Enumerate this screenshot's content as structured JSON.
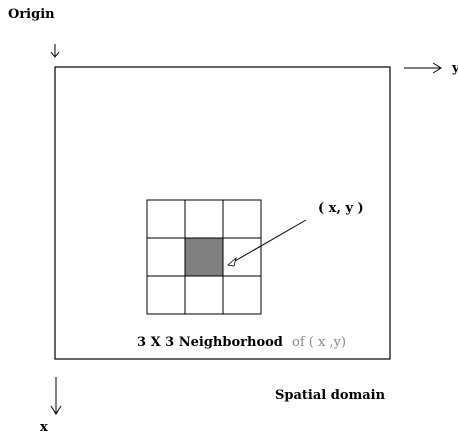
{
  "diagram": {
    "origin_label": "Origin",
    "x_axis_label": "x",
    "y_axis_label": "y",
    "pixel_label": "( x, y )",
    "neighborhood_label_main": "3 X 3 Neighborhood",
    "neighborhood_label_suffix": "of ( x ,y)",
    "domain_label": "Spatial domain",
    "grid_rows": 3,
    "grid_cols": 3,
    "center_row": 1,
    "center_col": 1
  },
  "colors": {
    "line": "#000000",
    "center_fill": "#808080",
    "suffix_text": "#888888",
    "background": "#ffffff"
  }
}
